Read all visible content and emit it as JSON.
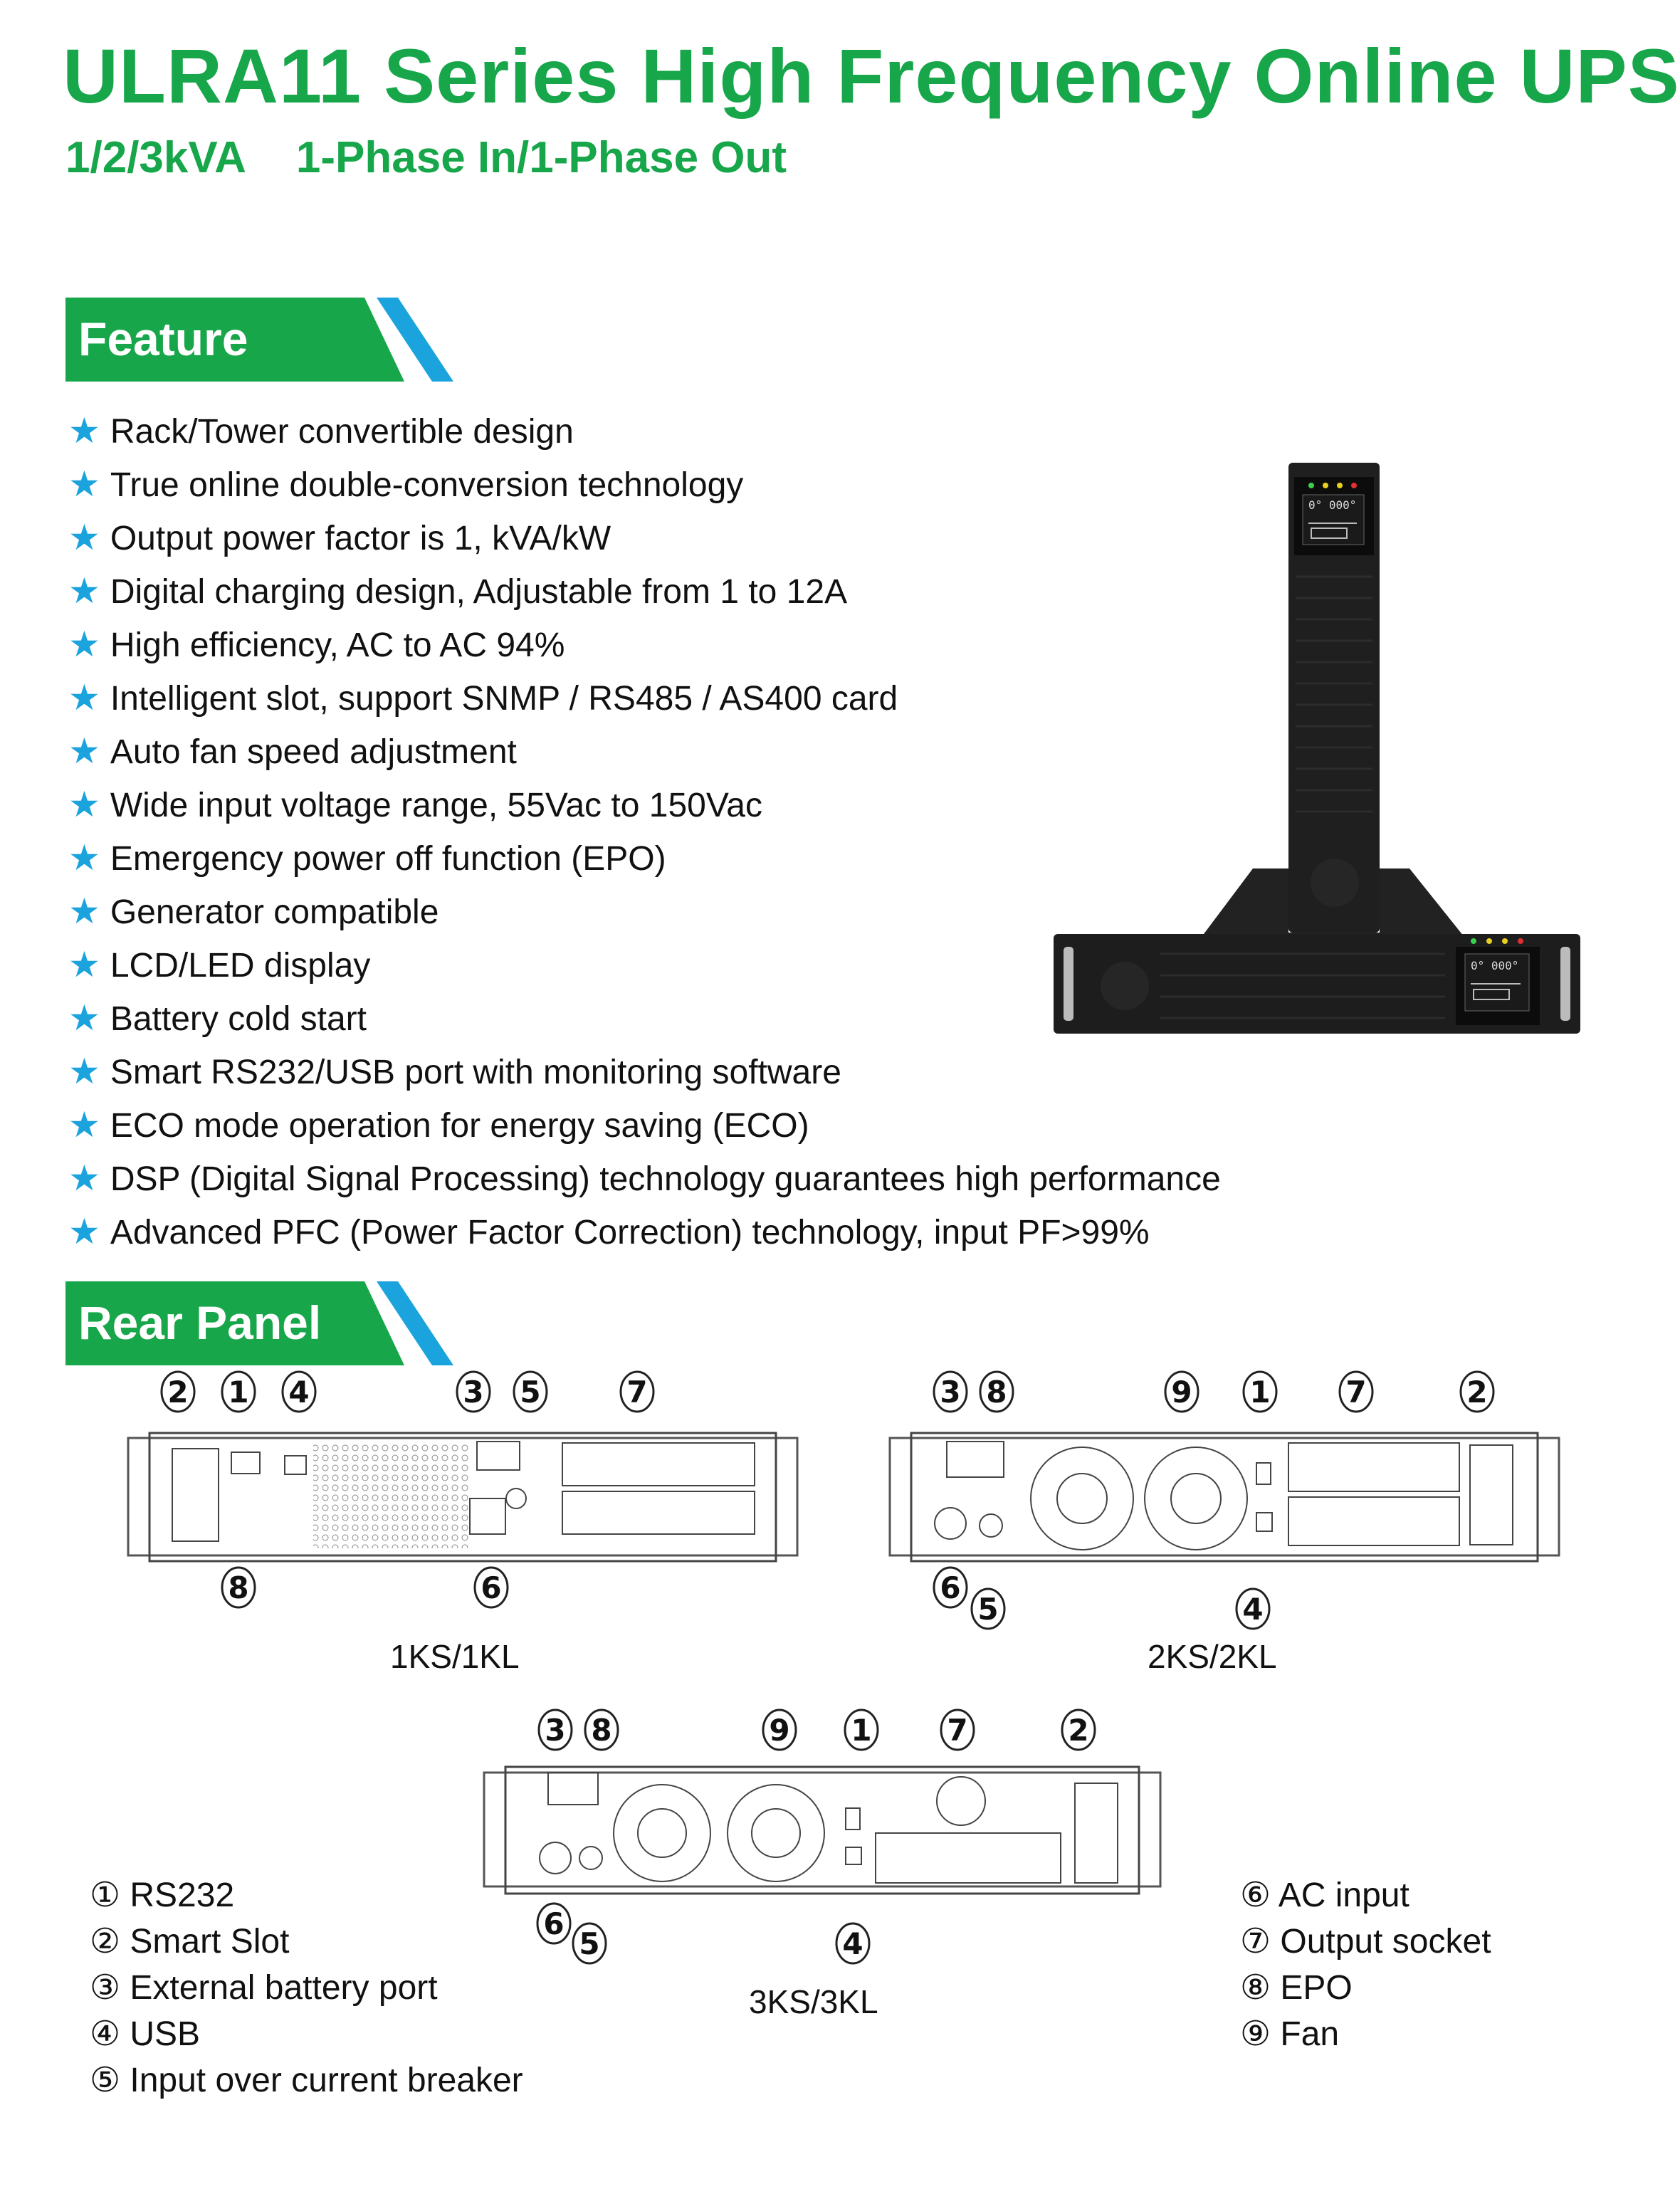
{
  "header": {
    "title": "ULRA11 Series High Frequency Online UPS",
    "capacity": "1/2/3kVA",
    "phase": "1-Phase In/1-Phase Out"
  },
  "colors": {
    "accent_green": "#17a64a",
    "accent_blue": "#1aa3dd"
  },
  "feature_section": {
    "heading": "Feature",
    "star_icon": "★",
    "items": [
      "Rack/Tower convertible design",
      "True online double-conversion technology",
      "Output power factor is 1, kVA/kW",
      "Digital charging design, Adjustable from 1 to 12A",
      "High efficiency, AC to AC 94%",
      "Intelligent slot, support SNMP / RS485 / AS400 card",
      "Auto fan speed adjustment",
      "Wide input voltage range, 55Vac to 150Vac",
      "Emergency power off function (EPO)",
      "Generator compatible",
      "LCD/LED display",
      "Battery cold start",
      "Smart RS232/USB port with monitoring software",
      "ECO mode operation for energy saving (ECO)",
      "DSP (Digital Signal Processing) technology guarantees high performance",
      "Advanced PFC (Power Factor Correction) technology, input PF>99%"
    ]
  },
  "rear_section": {
    "heading": "Rear Panel",
    "panels": [
      {
        "caption": "1KS/1KL",
        "top_callouts": [
          "2",
          "1",
          "4",
          "3",
          "5",
          "7"
        ],
        "bottom_callouts": [
          "8",
          "6"
        ]
      },
      {
        "caption": "2KS/2KL",
        "top_callouts": [
          "3",
          "8",
          "9",
          "1",
          "7",
          "2"
        ],
        "bottom_callouts": [
          "6",
          "5",
          "4"
        ]
      },
      {
        "caption": "3KS/3KL",
        "top_callouts": [
          "3",
          "8",
          "9",
          "1",
          "7",
          "2"
        ],
        "bottom_callouts": [
          "6",
          "5",
          "4"
        ]
      }
    ],
    "legend_left": [
      "① RS232",
      "② Smart Slot",
      "③ External battery port",
      "④ USB",
      "⑤ Input over current breaker"
    ],
    "legend_right": [
      "⑥ AC input",
      "⑦ Output socket",
      "⑧ EPO",
      "⑨ Fan"
    ]
  }
}
